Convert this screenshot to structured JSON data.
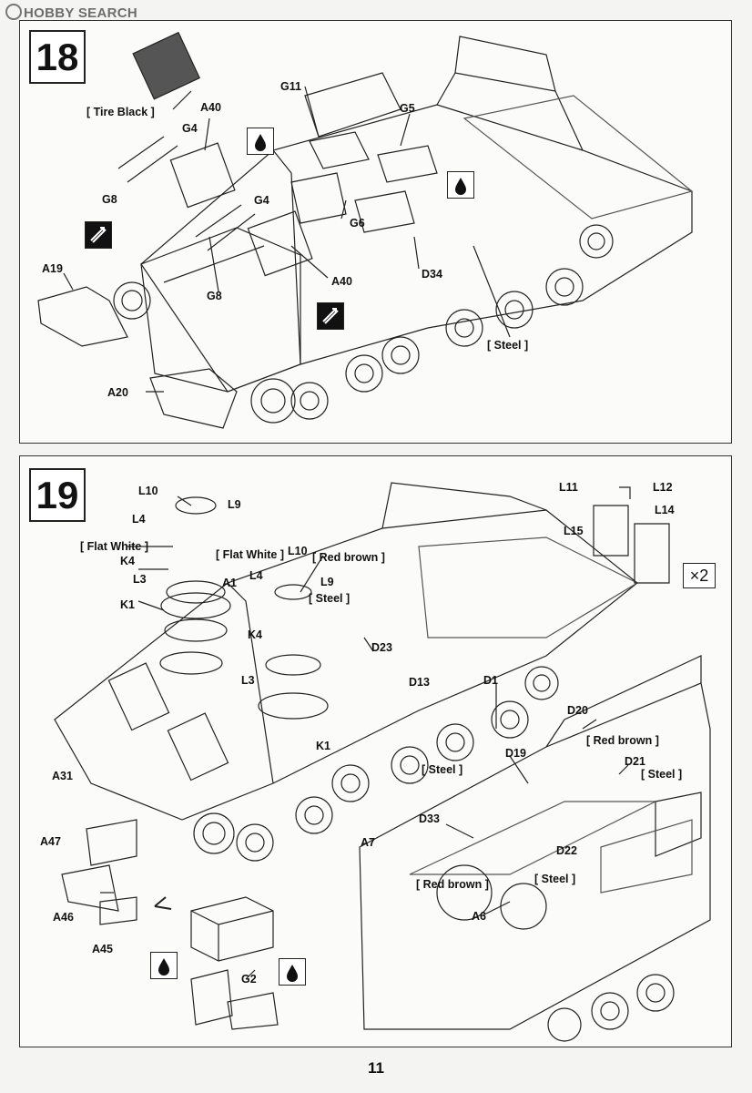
{
  "watermark": "HOBBY SEARCH",
  "page_number": "11",
  "steps": [
    {
      "number": "18",
      "labels": {
        "tire_black": "[ Tire Black ]",
        "a40_top": "A40",
        "g4_top": "G4",
        "g11": "G11",
        "g5": "G5",
        "g8_left": "G8",
        "g4_mid": "G4",
        "g6": "G6",
        "d34": "D34",
        "a19": "A19",
        "g8_bottom": "G8",
        "a40_bottom": "A40",
        "steel": "[ Steel ]",
        "a20": "A20"
      }
    },
    {
      "number": "19",
      "multiplier": "×2",
      "labels": {
        "l10_a": "L10",
        "l9_a": "L9",
        "l4_a": "L4",
        "flat_white_a": "[ Flat White ]",
        "k4_a": "K4",
        "l3_a": "L3",
        "k1_a": "K1",
        "flat_white_b": "[ Flat White ]",
        "l10_b": "L10",
        "red_brown_a": "[ Red brown ]",
        "l4_b": "L4",
        "l9_b": "L9",
        "a1": "A1",
        "steel_a": "[ Steel ]",
        "k4_b": "K4",
        "l3_b": "L3",
        "d23": "D23",
        "d13": "D13",
        "k1_b": "K1",
        "l11": "L11",
        "l12": "L12",
        "l14": "L14",
        "l15": "L15",
        "d1": "D1",
        "d20": "D20",
        "red_brown_b": "[ Red brown ]",
        "d19": "D19",
        "d21": "D21",
        "steel_b": "[ Steel ]",
        "steel_c": "[ Steel ]",
        "a31": "A31",
        "d33": "D33",
        "a47": "A47",
        "a7": "A7",
        "d22": "D22",
        "steel_d": "[ Steel ]",
        "red_brown_c": "[ Red brown ]",
        "a46": "A46",
        "a6": "A6",
        "a45": "A45",
        "g2": "G2"
      }
    }
  ],
  "icons": [
    "glue-drop-icon",
    "cement-bottle-icon",
    "flip-arrows-icon"
  ]
}
